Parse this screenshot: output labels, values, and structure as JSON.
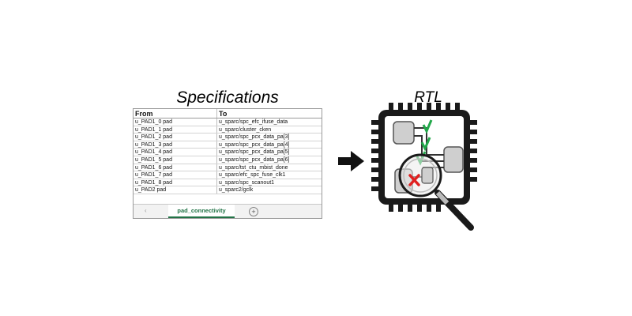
{
  "spec": {
    "title": "Specifications",
    "headers": [
      "From",
      "To"
    ],
    "rows": [
      [
        "u_PAD1_0 pad",
        "u_sparc/spc_efc_ifuse_data"
      ],
      [
        "u_PAD1_1 pad",
        "u_sparc/cluster_cken"
      ],
      [
        "u_PAD1_2 pad",
        "u_sparc/spc_pcx_data_pa[3]"
      ],
      [
        "u_PAD1_3 pad",
        "u_sparc/spc_pcx_data_pa[4]"
      ],
      [
        "u_PAD1_4 pad",
        "u_sparc/spc_pcx_data_pa[5]"
      ],
      [
        "u_PAD1_5 pad",
        "u_sparc/spc_pcx_data_pa[6]"
      ],
      [
        "u_PAD1_6 pad",
        "u_sparc/tst_ctu_mbist_done"
      ],
      [
        "u_PAD1_7 pad",
        "u_sparc/efc_spc_fuse_clk1"
      ],
      [
        "u_PAD1_8 pad",
        "u_sparc/spc_scanout1"
      ],
      [
        "u_PAD2 pad",
        "u_sparc2/gclk"
      ]
    ],
    "sheet_tab": "pad_connectivity",
    "tab_prev_glyph": "‹",
    "tab_add_glyph": "+"
  },
  "rtl": {
    "title": "RTL",
    "check_color": "#22a84a",
    "cross_color": "#e02020"
  },
  "icons": [
    "right-arrow-icon",
    "chip-icon",
    "magnifier-icon",
    "check-icon",
    "cross-icon"
  ],
  "colors": {
    "sheet_accent": "#217346",
    "chip_body": "#1a1a1a",
    "block_fill": "#cfcfcf"
  }
}
